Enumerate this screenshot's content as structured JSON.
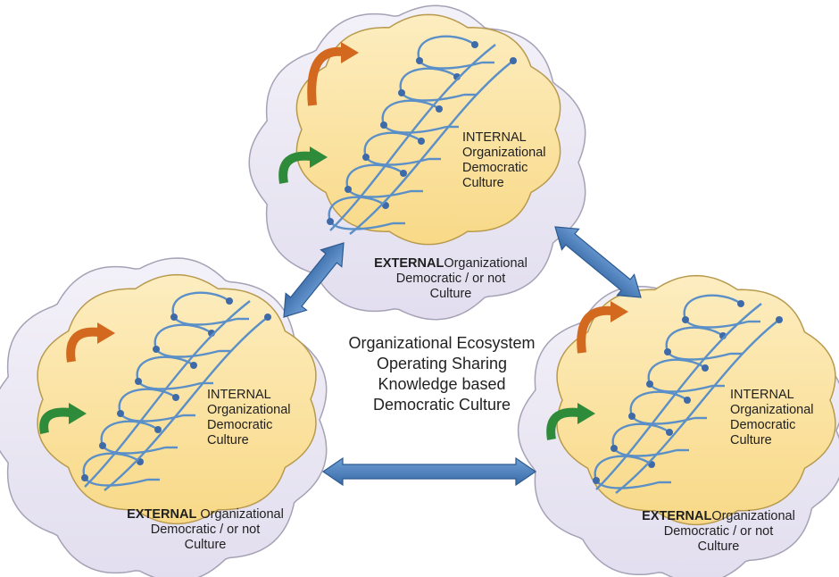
{
  "clusters": [
    {
      "internal": [
        "INTERNAL",
        "Organizational",
        "Democratic",
        "Culture"
      ],
      "external_bold": "EXTERNAL",
      "external_rest": "Organizational",
      "external_lines": [
        "Democratic  / or not",
        "Culture"
      ]
    },
    {
      "internal": [
        "INTERNAL",
        "Organizational",
        "Democratic",
        "Culture"
      ],
      "external_bold": "EXTERNAL",
      "external_rest": " Organizational",
      "external_lines": [
        "Democratic  / or not",
        "Culture"
      ]
    },
    {
      "internal": [
        "INTERNAL",
        "Organizational",
        "Democratic",
        "Culture"
      ],
      "external_bold": "EXTERNAL",
      "external_rest": "Organizational",
      "external_lines": [
        "Democratic  / or not",
        "Culture"
      ]
    }
  ],
  "center_text": [
    "Organizational Ecosystem",
    "Operating Sharing",
    "Knowledge based",
    "Democratic Culture"
  ],
  "colors": {
    "outer_cloud_fill": "#ece9f5",
    "outer_cloud_stroke": "#a6a2b6",
    "inner_cloud_fill": "#fbe3a3",
    "inner_cloud_stroke": "#b89a4e",
    "helix": "#5b8fc7",
    "node": "#3f6aa8",
    "arrow_orange": "#d2691e",
    "arrow_green": "#2e8b3a",
    "double_arrow": "#4a7ebb",
    "double_arrow_stroke": "#2c5a8f"
  },
  "icons": [
    "dna-helix-icon",
    "orange-curved-arrow-icon",
    "green-curved-arrow-icon",
    "double-headed-arrow-icon"
  ]
}
